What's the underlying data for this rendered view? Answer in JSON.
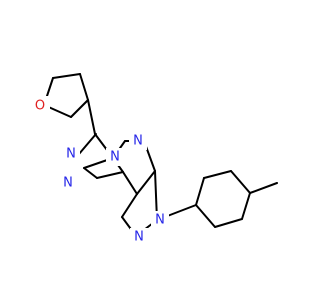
{
  "structure": {
    "atoms": [
      {
        "id": "o1",
        "label": "O",
        "color": "#e02020"
      },
      {
        "id": "n1",
        "label": "N",
        "color": "#2525e8"
      },
      {
        "id": "n2",
        "label": "N",
        "color": "#2525e8"
      },
      {
        "id": "n3",
        "label": "N",
        "color": "#2525e8"
      },
      {
        "id": "n4",
        "label": "N",
        "color": "#2525e8"
      },
      {
        "id": "n5",
        "label": "N",
        "color": "#2525e8"
      },
      {
        "id": "n6",
        "label": "N",
        "color": "#2525e8"
      }
    ],
    "colors": {
      "carbon_bond": "#000000",
      "nitrogen": "#2525e8",
      "oxygen": "#e02020",
      "background": "#ffffff"
    }
  }
}
